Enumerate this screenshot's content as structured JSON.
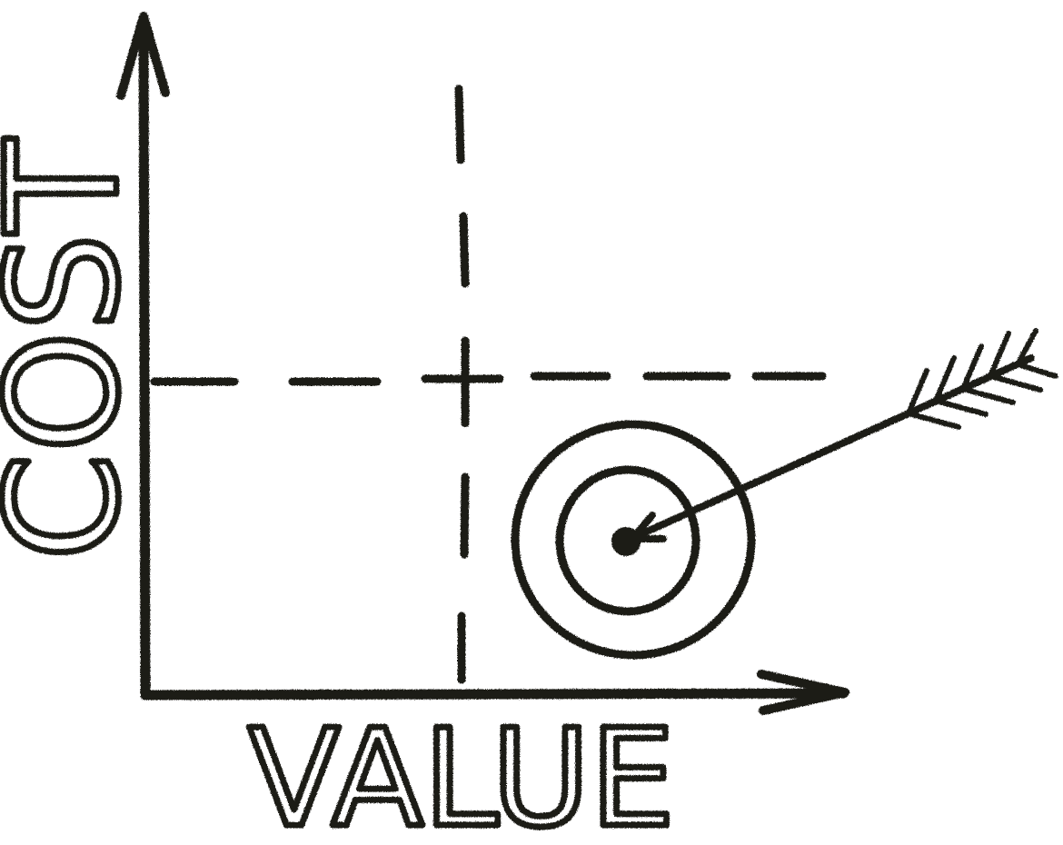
{
  "diagram": {
    "y_axis_label": "COST",
    "x_axis_label": "VALUE",
    "ink_color": "#1c1b19",
    "background_color": "#ffffff",
    "quadrant_divider_style": "dashed",
    "target": {
      "rings": 2,
      "has_bullseye": true
    },
    "arrow": {
      "points_to": "target-center",
      "fletching": true
    }
  }
}
